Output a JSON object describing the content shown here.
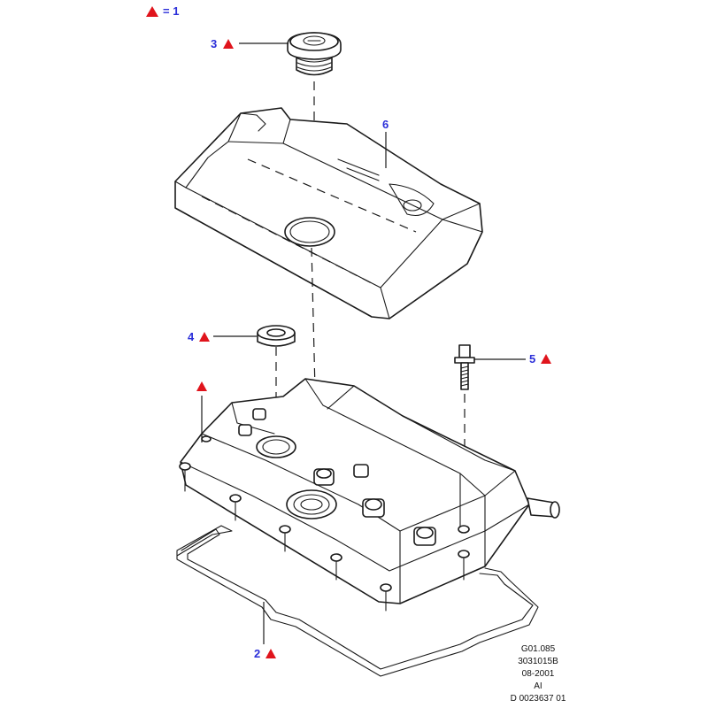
{
  "colors": {
    "callout_number": "#2b2fd9",
    "warning_triangle": "#e0141c",
    "line_art": "#1a1a1a"
  },
  "legend": {
    "marker": "warning-triangle",
    "equals_text": "= 1"
  },
  "callouts": {
    "c2": {
      "number": "2",
      "marker": "warning-triangle"
    },
    "c3": {
      "number": "3",
      "marker": "warning-triangle"
    },
    "c4": {
      "number": "4",
      "marker": "warning-triangle"
    },
    "c5": {
      "number": "5",
      "marker": "warning-triangle"
    },
    "c6": {
      "number": "6"
    },
    "c1": {
      "marker": "warning-triangle"
    }
  },
  "reference": {
    "line1": "G01.085",
    "line2": "3031015B",
    "line3": "08-2001",
    "line4": "AI",
    "line5": "D 0023637 01"
  }
}
